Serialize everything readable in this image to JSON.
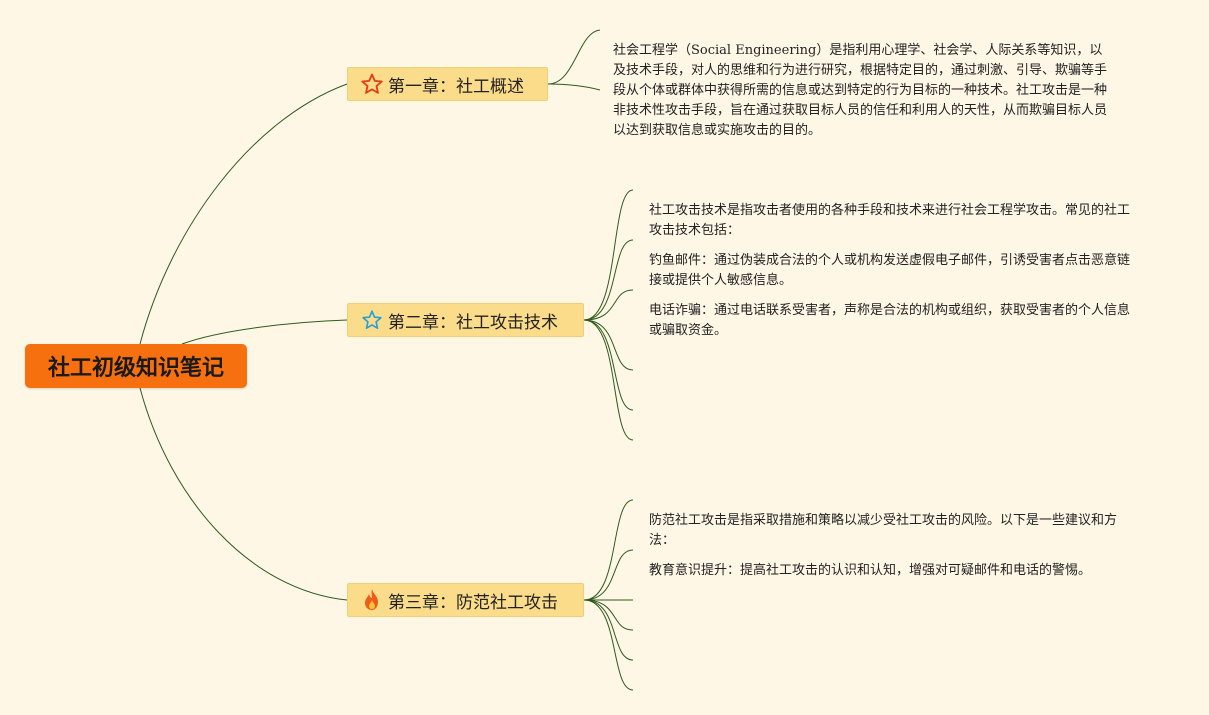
{
  "root": {
    "title": "社工初级知识笔记"
  },
  "chapters": [
    {
      "label": "第一章：社工概述",
      "icon": "star-outline-red-icon",
      "notes": [
        "社会工程学（Social Engineering）是指利用心理学、社会学、人际关系等知识，以及技术手段，对人的思维和行为进行研究，根据特定目的，通过刺激、引导、欺骗等手段从个体或群体中获得所需的信息或达到特定的行为目标的一种技术。社工攻击是一种非技术性攻击手段，旨在通过获取目标人员的信任和利用人的天性，从而欺骗目标人员以达到获取信息或实施攻击的目的。"
      ]
    },
    {
      "label": "第二章：社工攻击技术",
      "icon": "star-outline-blue-icon",
      "notes": [
        "社工攻击技术是指攻击者使用的各种手段和技术来进行社会工程学攻击。常见的社工攻击技术包括：",
        "钓鱼邮件：通过伪装成合法的个人或机构发送虚假电子邮件，引诱受害者点击恶意链接或提供个人敏感信息。",
        "电话诈骗：通过电话联系受害者，声称是合法的机构或组织，获取受害者的个人信息或骗取资金。"
      ]
    },
    {
      "label": "第三章：防范社工攻击",
      "icon": "fire-icon",
      "notes": [
        "防范社工攻击是指采取措施和策略以减少受社工攻击的风险。以下是一些建议和方法：",
        "教育意识提升：提高社工攻击的认识和认知，增强对可疑邮件和电话的警惕。"
      ]
    }
  ],
  "colors": {
    "background": "#fef7e6",
    "root_fill": "#f7700f",
    "chapter_fill": "#fbdc8a",
    "connector": "#2f5a1e"
  }
}
